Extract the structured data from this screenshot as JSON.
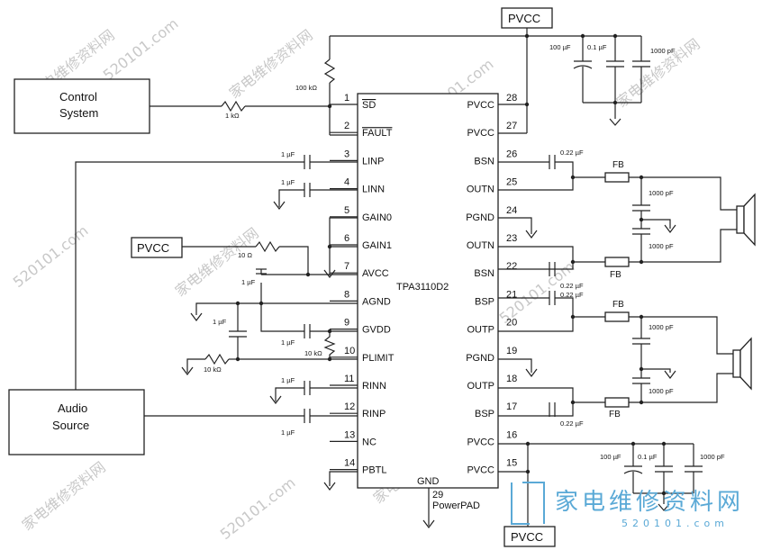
{
  "ic": {
    "part": "TPA3110D2",
    "gnd_label": "GND",
    "pad_pin": "29",
    "pad_label": "PowerPAD",
    "left_pins": [
      {
        "num": "1",
        "name": "SD"
      },
      {
        "num": "2",
        "name": "FAULT"
      },
      {
        "num": "3",
        "name": "LINP"
      },
      {
        "num": "4",
        "name": "LINN"
      },
      {
        "num": "5",
        "name": "GAIN0"
      },
      {
        "num": "6",
        "name": "GAIN1"
      },
      {
        "num": "7",
        "name": "AVCC"
      },
      {
        "num": "8",
        "name": "AGND"
      },
      {
        "num": "9",
        "name": "GVDD"
      },
      {
        "num": "10",
        "name": "PLIMIT"
      },
      {
        "num": "11",
        "name": "RINN"
      },
      {
        "num": "12",
        "name": "RINP"
      },
      {
        "num": "13",
        "name": "NC"
      },
      {
        "num": "14",
        "name": "PBTL"
      }
    ],
    "right_pins": [
      {
        "num": "28",
        "name": "PVCC"
      },
      {
        "num": "27",
        "name": "PVCC"
      },
      {
        "num": "26",
        "name": "BSN"
      },
      {
        "num": "25",
        "name": "OUTN"
      },
      {
        "num": "24",
        "name": "PGND"
      },
      {
        "num": "23",
        "name": "OUTN"
      },
      {
        "num": "22",
        "name": "BSN"
      },
      {
        "num": "21",
        "name": "BSP"
      },
      {
        "num": "20",
        "name": "OUTP"
      },
      {
        "num": "19",
        "name": "PGND"
      },
      {
        "num": "18",
        "name": "OUTP"
      },
      {
        "num": "17",
        "name": "BSP"
      },
      {
        "num": "16",
        "name": "PVCC"
      },
      {
        "num": "15",
        "name": "PVCC"
      }
    ]
  },
  "blocks": {
    "control_line1": "Control",
    "control_line2": "System",
    "audio_line1": "Audio",
    "audio_line2": "Source",
    "pvcc_top": "PVCC",
    "pvcc_left": "PVCC",
    "pvcc_bottom": "PVCC"
  },
  "values": {
    "r_100k": "100 kΩ",
    "r_1k": "1 kΩ",
    "r_10": "10 Ω",
    "r_10k_a": "10 kΩ",
    "r_10k_b": "10 kΩ",
    "c_1u": "1 µF",
    "c_100u": "100 µF",
    "c_01u": "0.1 µF",
    "c_1000p": "1000 pF",
    "c_022u": "0.22 µF",
    "fb": "FB"
  },
  "watermark": {
    "site": "520101.com",
    "site_cn": "家电维修资料网",
    "logo_text": "家电维修资料网",
    "logo_url": "520101.com"
  }
}
